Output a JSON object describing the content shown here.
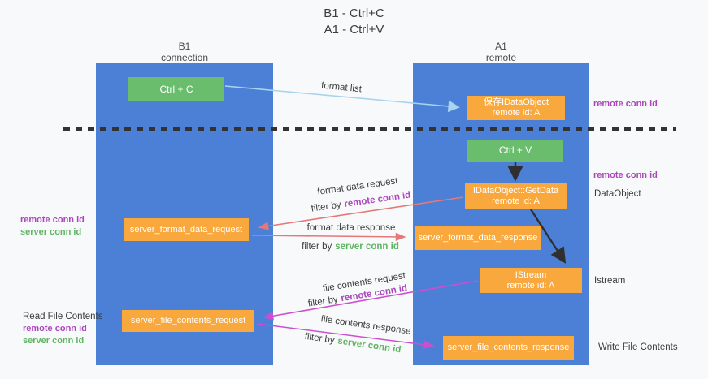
{
  "title": {
    "line1": "B1 - Ctrl+C",
    "line2": "A1 - Ctrl+V"
  },
  "columns": {
    "left": {
      "line1": "B1",
      "line2": "connection"
    },
    "right": {
      "line1": "A1",
      "line2": "remote"
    }
  },
  "nodes": {
    "ctrl_c": {
      "label": "Ctrl + C"
    },
    "ctrl_v": {
      "label": "Ctrl + V"
    },
    "save_dataobject": {
      "line1": "保存IDataObject",
      "line2": "remote id: A"
    },
    "getdata": {
      "line1": "IDataObject::GetData",
      "line2": "remote id: A"
    },
    "istream": {
      "line1": "IStream",
      "line2": "remote id: A"
    },
    "server_format_data_request": {
      "label": "server_format_data_request"
    },
    "server_format_data_response": {
      "label": "server_format_data_response"
    },
    "server_file_contents_request": {
      "label": "server_file_contents_request"
    },
    "server_file_contents_response": {
      "label": "server_file_contents_response"
    }
  },
  "flow_labels": {
    "format_list": "format list",
    "format_data_request": "format data request",
    "format_data_response": "format data response",
    "file_contents_request": "file contents request",
    "file_contents_response": "file contents response",
    "filter_by": "filter by",
    "remote_conn_id": "remote conn id",
    "server_conn_id": "server conn id"
  },
  "side_labels": {
    "left": {
      "read_file_contents": "Read File Contents"
    },
    "right": {
      "dataobject": "DataObject",
      "istream": "Istream",
      "write_file_contents": "Write File Contents"
    }
  },
  "colors": {
    "lifeline_blue": "#4c80d6",
    "node_green": "#69bd6c",
    "node_orange": "#f9a83d",
    "arrow_light_blue": "#a9d3ee",
    "arrow_red": "#e57878",
    "arrow_magenta": "#cd4fd0",
    "arrow_black": "#2f2f2f",
    "conn_id_purple": "#ab47bc",
    "conn_id_green": "#5fb563",
    "background": "#f8f9fa"
  }
}
